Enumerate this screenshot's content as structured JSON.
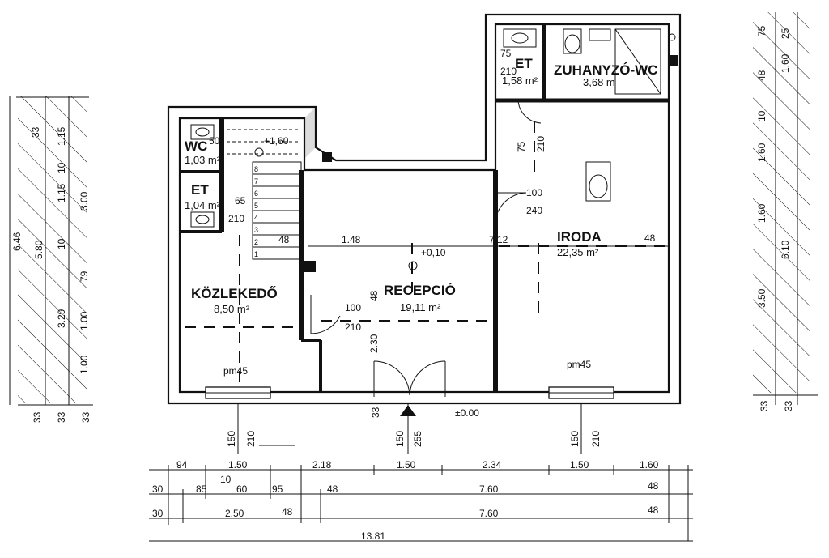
{
  "rooms": {
    "wc1": {
      "name": "WC",
      "area": "1,03 m²"
    },
    "et1": {
      "name": "ET",
      "area": "1,04 m²"
    },
    "kozlekedo": {
      "name": "KÖZLEKEDŐ",
      "area": "8,50 m²"
    },
    "recepcio": {
      "name": "RECEPCIÓ",
      "area": "19,11 m²"
    },
    "iroda": {
      "name": "IRODA",
      "area": "22,35 m²"
    },
    "et2": {
      "name": "ET",
      "area": "1,58 m²"
    },
    "zuhanyzo": {
      "name": "ZUHANYZÓ-WC",
      "area": "3,68 m"
    }
  },
  "levels": {
    "stair_top": "+1,60",
    "recepcio": "+0,10",
    "entrance": "±0.00"
  },
  "window_labels": {
    "kozlekedo": "pm45",
    "iroda": "pm45"
  },
  "stair_steps": [
    "8",
    "7",
    "6",
    "5",
    "4",
    "3",
    "2",
    "1"
  ],
  "inner_dims": {
    "wc_50": "50",
    "et_65": "65",
    "et_210": "210",
    "stair_48": "48",
    "mid_148": "1.48",
    "mid_712": "7,12",
    "iroda_48": "48",
    "door_100": "100",
    "door_210": "210",
    "rec_48v": "48",
    "rec_230v": "2.30",
    "iroda_door_100": "100",
    "iroda_door_240": "240",
    "iroda_75v": "75",
    "iroda_210v": "210",
    "et2_75": "75",
    "et2_210": "210"
  },
  "window_dims": {
    "w1": {
      "a": "150",
      "b": "210"
    },
    "w2": {
      "a": "150",
      "b": "255"
    },
    "w3": {
      "a": "150",
      "b": "210"
    }
  },
  "bottom_dims": {
    "row1": [
      "94",
      "1.50",
      "2.18",
      "1.50",
      "2.34",
      "1.50",
      "1.60"
    ],
    "row1_extra": "10",
    "row2": [
      "30",
      "85",
      "60",
      "95",
      "48",
      "7.60",
      "48"
    ],
    "row3": [
      "30",
      "2.50",
      "48",
      "7.60",
      "48"
    ],
    "total": "13.81",
    "entrance_33": "33"
  },
  "left_section": {
    "total": "6.46",
    "mid": "5.80",
    "top_33": "33",
    "a": [
      "1.15",
      "10",
      "1.15",
      "3.00",
      "10",
      "79",
      "3.29",
      "1.00",
      "1.00"
    ],
    "bottom": [
      "33",
      "33",
      "33"
    ]
  },
  "right_section": {
    "a": [
      "75",
      "25",
      "48",
      "1.60",
      "10",
      "1.60",
      "1.60",
      "6.10",
      "3.50"
    ],
    "bottom": [
      "33",
      "33"
    ]
  }
}
